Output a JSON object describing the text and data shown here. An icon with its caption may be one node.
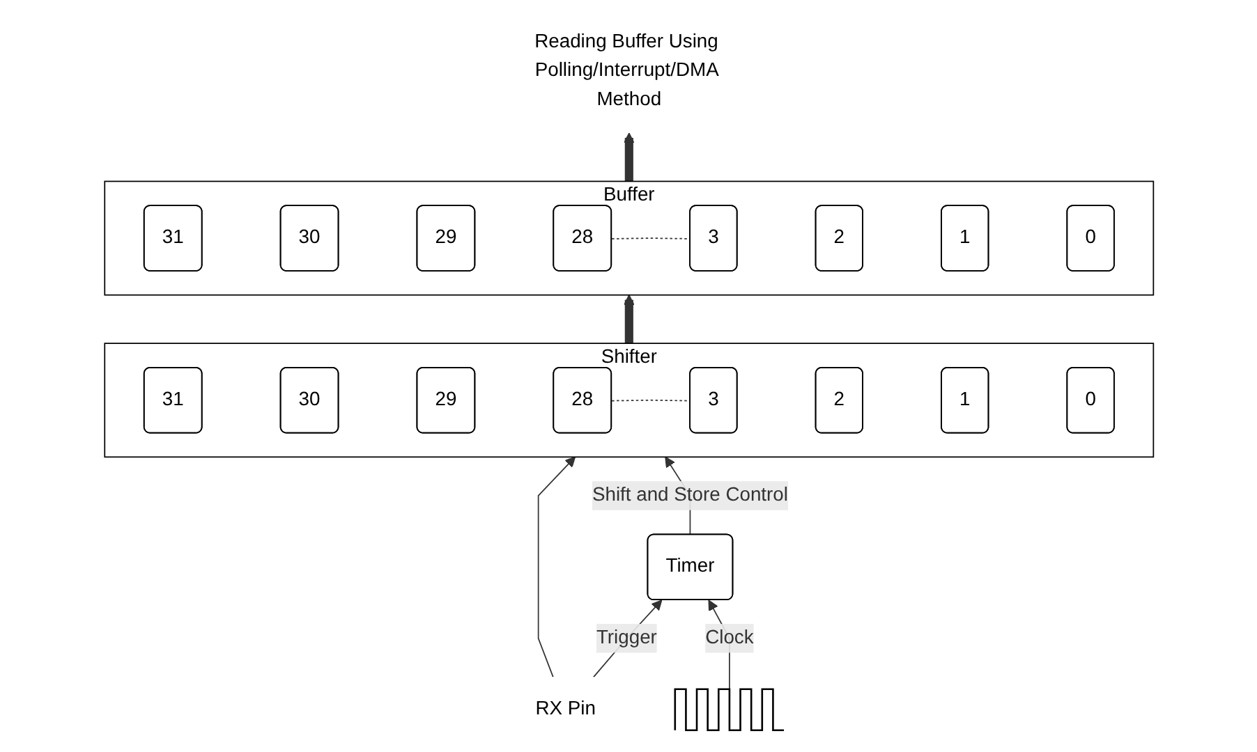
{
  "diagram": {
    "nodes": [
      {
        "text": [
          "Buffer"
        ]
      },
      {
        "text": [
          "31"
        ],
        "in": 0
      },
      {
        "text": [
          "30"
        ],
        "in": 0
      },
      {
        "text": [
          "29"
        ],
        "in": 0
      },
      {
        "text": [
          "28"
        ],
        "in": 0
      },
      {
        "text": [
          "3"
        ],
        "in": 0
      },
      {
        "text": [
          "2"
        ],
        "in": 0
      },
      {
        "text": [
          "1"
        ],
        "in": 0
      },
      {
        "text": [
          "0"
        ],
        "in": 0
      },
      {
        "text": [
          "Shifter"
        ]
      },
      {
        "text": [
          "31"
        ],
        "in": 9
      },
      {
        "text": [
          "30"
        ],
        "in": 9
      },
      {
        "text": [
          "29"
        ],
        "in": 9
      },
      {
        "text": [
          "28"
        ],
        "in": 9
      },
      {
        "text": [
          "3"
        ],
        "in": 9
      },
      {
        "text": [
          "2"
        ],
        "in": 9
      },
      {
        "text": [
          "1"
        ],
        "in": 9
      },
      {
        "text": [
          "0"
        ],
        "in": 9
      },
      {
        "text": [
          "RX Pin"
        ]
      },
      {
        "text": [
          "Timer"
        ]
      },
      {
        "text": [],
        "shape": "picture"
      },
      {
        "text": [
          "Reading Buffer Using Polling/Interrupt/DMA Method"
        ]
      }
    ],
    "edges": [
      {
        "from": 4,
        "to": 5,
        "arrow": "none",
        "style": "dashed"
      },
      {
        "from": 13,
        "to": 14,
        "arrow": "none",
        "style": "dashed"
      },
      {
        "from": 0,
        "to": 21,
        "arrow": "to",
        "style": "thick"
      },
      {
        "from": 9,
        "to": 0,
        "arrow": "to",
        "style": "thick"
      },
      {
        "from": 18,
        "to": 9,
        "arrow": "to"
      },
      {
        "from": 18,
        "to": 19,
        "arrow": "to",
        "label": "Trigger"
      },
      {
        "from": 19,
        "to": 9,
        "arrow": "to",
        "label": "Shift and Store Control"
      },
      {
        "from": 20,
        "to": 19,
        "arrow": "to",
        "label": "Clock"
      }
    ]
  }
}
